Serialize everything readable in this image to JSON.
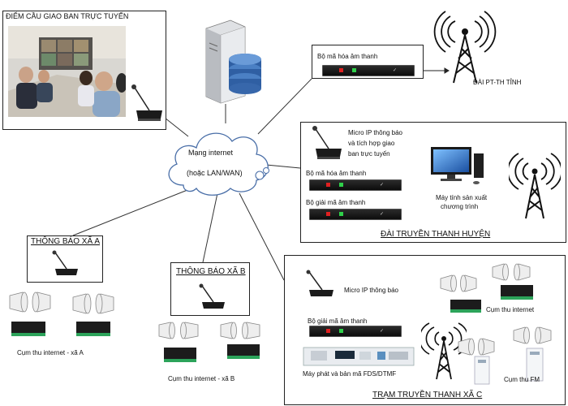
{
  "video_conference": {
    "title": "ĐIỂM CẦU GIAO BAN TRỰC TUYẾN"
  },
  "network": {
    "line1": "Mạng internet",
    "line2": "(hoặc LAN/WAN)"
  },
  "station_province": {
    "encoder_label": "Bộ mã hóa âm thanh",
    "tower_label": "ĐÀI PT-TH TỈNH"
  },
  "district_station": {
    "mic_label_1": "Micro IP thông báo",
    "mic_label_2": "và tích hợp giao",
    "mic_label_3": "ban trực tuyến",
    "encoder_label": "Bộ mã hóa âm thanh",
    "decoder_label": "Bộ giải mã âm thanh",
    "pc_label_1": "Máy tính sản xuất",
    "pc_label_2": "chương trình",
    "title": "ĐÀI TRUYỀN THANH HUYỆN"
  },
  "commune_a": {
    "title": "THÔNG BÁO XÃ A",
    "cluster_label": "Cụm thu internet - xã A"
  },
  "commune_b": {
    "title": "THÔNG BÁO XÃ B",
    "cluster_label": "Cụm thu internet - xã B"
  },
  "commune_c": {
    "mic_label": "Micro IP thông báo",
    "decoder_label": "Bộ giải mã âm thanh",
    "transmitter_label": "Máy phát và bản mã FDS/DTMF",
    "internet_cluster_label": "Cụm thu internet",
    "fm_cluster_label": "Cụm thu FM",
    "title": "TRẠM TRUYỀN THANH XÃ C"
  }
}
